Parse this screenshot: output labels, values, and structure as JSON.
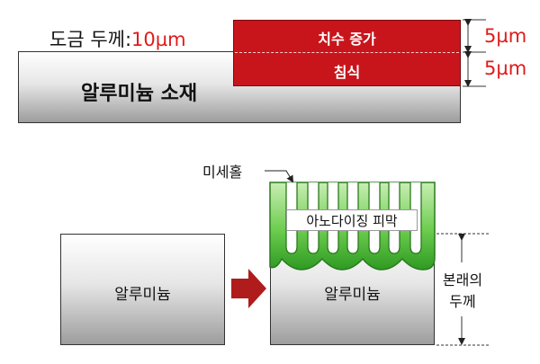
{
  "top": {
    "coating_label": "도금 두께:",
    "coating_value": "10µm",
    "size_increase": "치수 증가",
    "erosion": "침식",
    "upper_dim": "5µm",
    "lower_dim": "5µm",
    "substrate": "알루미늄 소재"
  },
  "bottom": {
    "micro_pores": "미세홀",
    "left_block": "알루미늄",
    "anodizing_film": "아노다이징 피막",
    "right_block": "알루미늄",
    "orig_thickness_line1": "본래의",
    "orig_thickness_line2": "두께"
  },
  "colors": {
    "red": "#c8151b",
    "green": "#4cb83a",
    "arrow": "#b01c1c"
  }
}
